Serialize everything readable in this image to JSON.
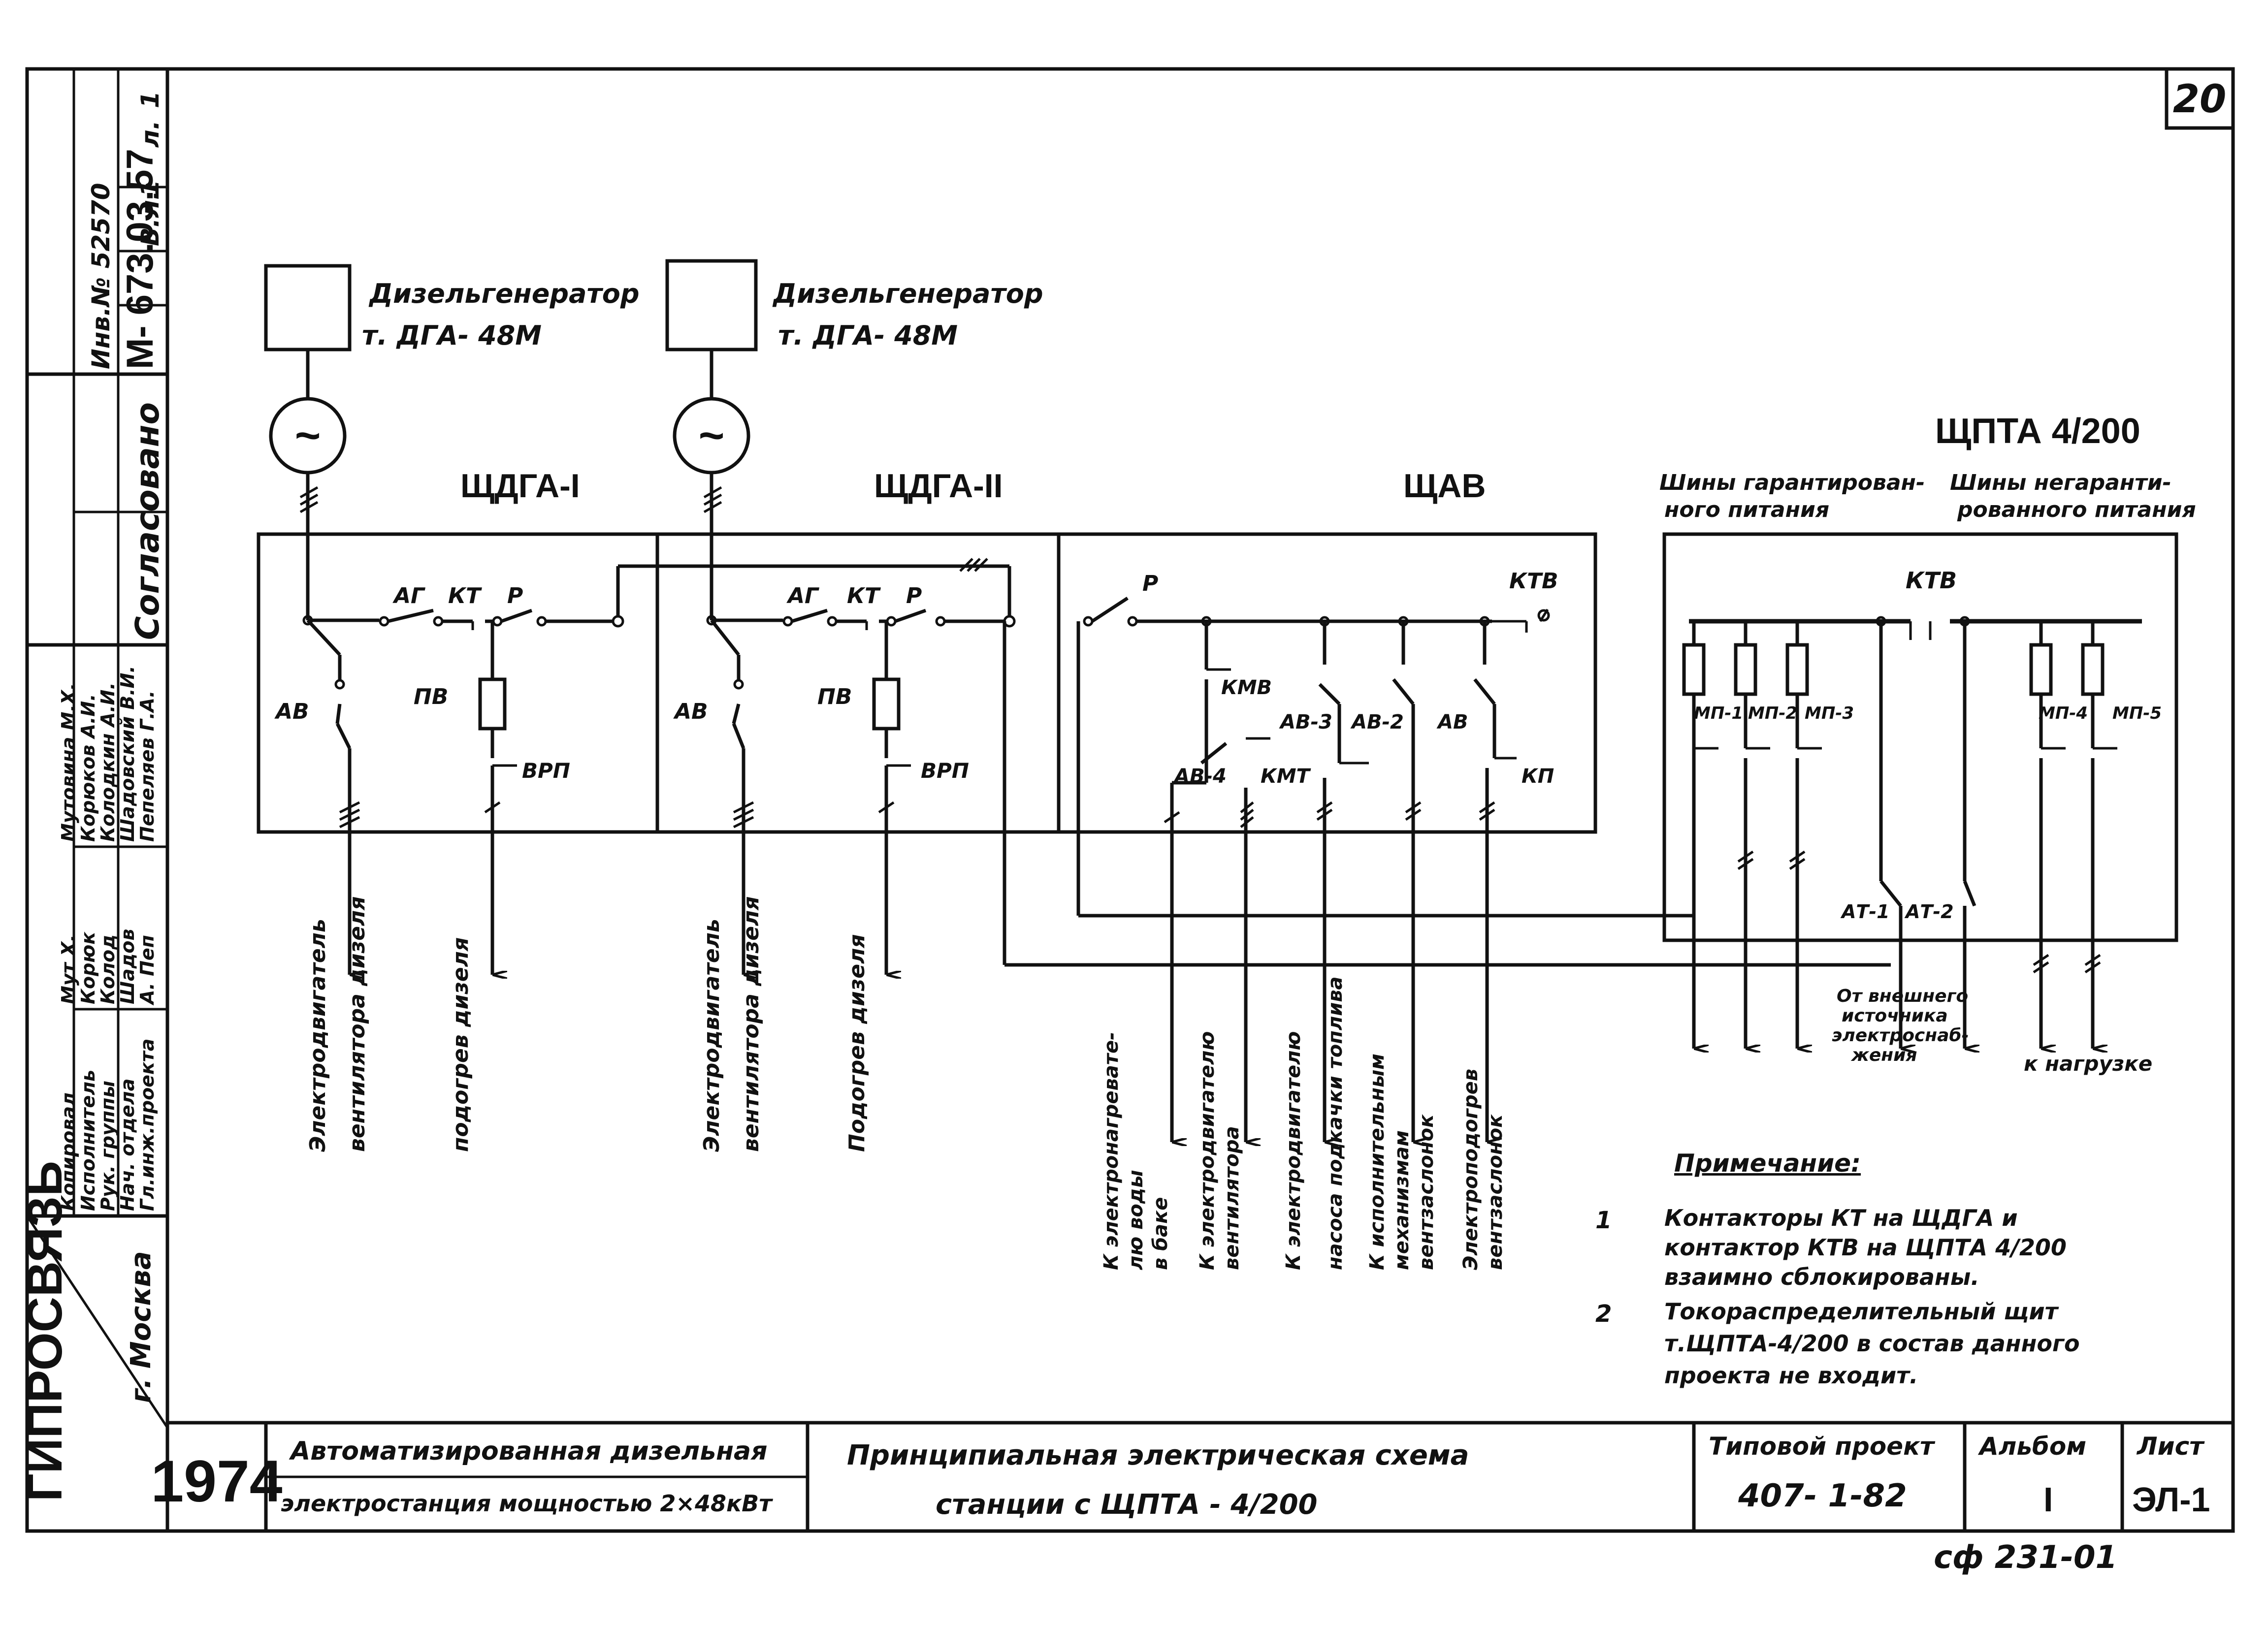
{
  "sheet": {
    "number": "20",
    "stamp_bottom": "сф 231-01"
  },
  "side_stamp": {
    "code": "М- 673.03.57",
    "inv": "Инв.№ 52570",
    "vl": "В.л.",
    "vl_num": "1",
    "l": "л.",
    "l_num": "1",
    "agreed": "Согласовано",
    "org": "ГИПРОСВЯЗЬ",
    "city": "г. Москва",
    "roles": [
      "Гл.инж.проекта",
      "Нач. отдела",
      "Рук. группы",
      "Исполнитель",
      "Копировал"
    ],
    "names": [
      "Пепеляев Г.А.",
      "Шадовский В.И.",
      "Колодкин А.И.",
      "Корюков А.И.",
      "Мутовина М.Х."
    ],
    "signatures": [
      "А. Пеп",
      "Шадов",
      "Колод",
      "Корюк",
      "Мут Х."
    ]
  },
  "title_block": {
    "year": "1974",
    "station_line1": "Автоматизированная дизельная",
    "station_line2": "электростанция мощностью 2×48кВт",
    "drawing_line1": "Принципиальная электрическая схема",
    "drawing_line2": "станции с ЩПТА - 4/200",
    "project_label": "Типовой проект",
    "project_value": "407- 1-82",
    "album_label": "Альбом",
    "album_value": "I",
    "sheet_label": "Лист",
    "sheet_value": "ЭЛ-1"
  },
  "diagram": {
    "gen1_label1": "Дизельгенератор",
    "gen1_label2": "т. ДГА- 48М",
    "gen2_label1": "Дизельгенератор",
    "gen2_label2": "т. ДГА- 48М",
    "gen_symbol": "~",
    "panel1": "ЩДГА-I",
    "panel2": "ЩДГА-II",
    "panel3": "ЩАВ",
    "panel4": "ЩПТА 4/200",
    "bus_guaranteed": "Шины гарантирован-",
    "bus_guaranteed2": "ного питания",
    "bus_nonguaranteed": "Шины негаранти-",
    "bus_nonguaranteed2": "рованного питания",
    "p1": {
      "ag": "АГ",
      "kt": "КТ",
      "r": "Р",
      "av": "АВ",
      "pv": "ПВ",
      "vrp": "ВРП"
    },
    "p2": {
      "ag": "АГ",
      "kt": "КТ",
      "r": "Р",
      "av": "АВ",
      "pv": "ПВ",
      "vrp": "ВРП"
    },
    "p3": {
      "r": "Р",
      "ktv": "КТВ",
      "kmv": "КМВ",
      "av3": "АВ-3",
      "av2": "АВ-2",
      "av": "АВ",
      "av4": "АВ-4",
      "kmt": "КМТ",
      "kp": "КП"
    },
    "p4": {
      "ktv": "КТВ",
      "mp1": "МП-1",
      "mp2": "МП-2",
      "mp3": "МП-3",
      "mp4": "МП-4",
      "mp5": "МП-5",
      "at1": "АТ-1",
      "at2": "АТ-2"
    },
    "out1a": "Электродвигатель",
    "out1b": "вентилятора дизеля",
    "out1c": "подогрев дизеля",
    "out2a": "Электродвигатель",
    "out2b": "вентилятора дизеля",
    "out2c": "Подогрев дизеля",
    "out3a": "К электронагревате-",
    "out3b": "лю воды",
    "out3c": "в баке",
    "out4a": "К электродвигателю",
    "out4b": "вентилятора",
    "out5a": "К электродвигателю",
    "out5b": "насоса подкачки топлива",
    "out6a": "К исполнительным",
    "out6b": "механизмам",
    "out6c": "вентзаслонок",
    "out7a": "Электроподогрев",
    "out7b": "вентзаслонок",
    "ext_source1": "От внешнего",
    "ext_source2": "источника",
    "ext_source3": "электроснаб-",
    "ext_source4": "жения",
    "to_load": "к нагрузке"
  },
  "notes": {
    "title": "Примечание:",
    "n1_num": "1",
    "n1_l1": "Контакторы КТ на ЩДГА и",
    "n1_l2": "контактор КТВ на ЩПТА 4/200",
    "n1_l3": "взаимно сблокированы.",
    "n2_num": "2",
    "n2_l1": "Токораспределительный щит",
    "n2_l2": "т.ЩПТА-4/200 в состав данного",
    "n2_l3": "проекта не входит."
  }
}
